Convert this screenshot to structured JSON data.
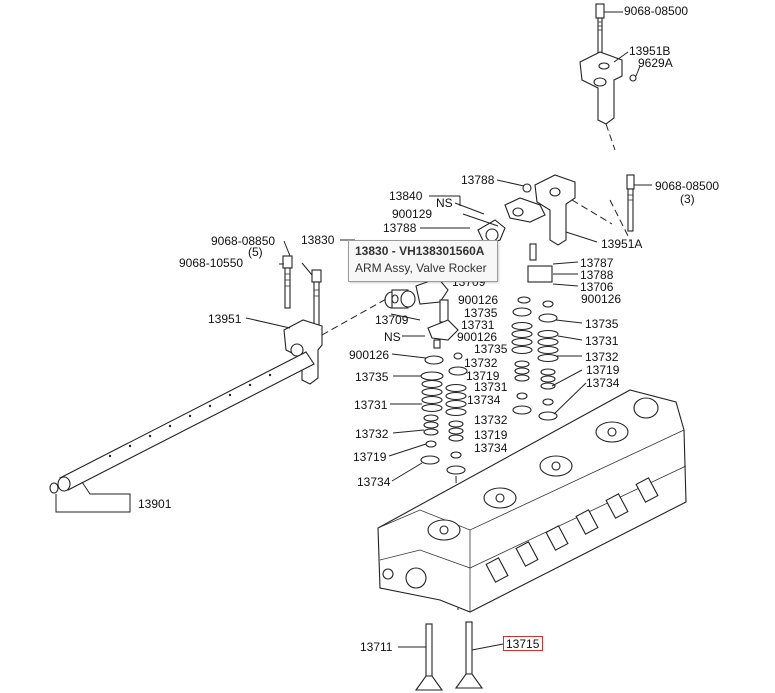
{
  "diagram": {
    "labels": [
      {
        "id": "l1",
        "text": "9068-08500"
      },
      {
        "id": "l2",
        "text": "13951B"
      },
      {
        "id": "l3",
        "text": "9629A"
      },
      {
        "id": "l4",
        "text": "13788"
      },
      {
        "id": "l5",
        "text": "9068-08500"
      },
      {
        "id": "l6",
        "text": "(3)"
      },
      {
        "id": "l7",
        "text": "13840"
      },
      {
        "id": "l8",
        "text": "NS"
      },
      {
        "id": "l9",
        "text": "900129"
      },
      {
        "id": "l10",
        "text": "13788"
      },
      {
        "id": "l11",
        "text": "13830"
      },
      {
        "id": "l12",
        "text": "9068-08850"
      },
      {
        "id": "l13",
        "text": "(5)"
      },
      {
        "id": "l14",
        "text": "9068-10550"
      },
      {
        "id": "l15",
        "text": "13951A"
      },
      {
        "id": "l16",
        "text": "13787"
      },
      {
        "id": "l17",
        "text": "13788"
      },
      {
        "id": "l18",
        "text": "13706"
      },
      {
        "id": "l19",
        "text": "13709"
      },
      {
        "id": "l20",
        "text": "900126"
      },
      {
        "id": "l21",
        "text": "900126"
      },
      {
        "id": "l22",
        "text": "13735"
      },
      {
        "id": "l23",
        "text": "13735"
      },
      {
        "id": "l24",
        "text": "13951"
      },
      {
        "id": "l25",
        "text": "13709"
      },
      {
        "id": "l26",
        "text": "13731"
      },
      {
        "id": "l27",
        "text": "NS"
      },
      {
        "id": "l28",
        "text": "900126"
      },
      {
        "id": "l29",
        "text": "13731"
      },
      {
        "id": "l30",
        "text": "900126"
      },
      {
        "id": "l31",
        "text": "13735"
      },
      {
        "id": "l32",
        "text": "13732"
      },
      {
        "id": "l33",
        "text": "13735"
      },
      {
        "id": "l34",
        "text": "13732"
      },
      {
        "id": "l35",
        "text": "13719"
      },
      {
        "id": "l36",
        "text": "13719"
      },
      {
        "id": "l37",
        "text": "13731"
      },
      {
        "id": "l38",
        "text": "13734"
      },
      {
        "id": "l39",
        "text": "13731"
      },
      {
        "id": "l40",
        "text": "13734"
      },
      {
        "id": "l41",
        "text": "13732"
      },
      {
        "id": "l42",
        "text": "13732"
      },
      {
        "id": "l43",
        "text": "13719"
      },
      {
        "id": "l44",
        "text": "13734"
      },
      {
        "id": "l45",
        "text": "13719"
      },
      {
        "id": "l46",
        "text": "13734"
      },
      {
        "id": "l47",
        "text": "13901"
      },
      {
        "id": "l48",
        "text": "13711"
      },
      {
        "id": "l49",
        "text": "13715"
      }
    ]
  },
  "tooltip": {
    "part_number": "13830",
    "separator": "-",
    "code": "VH138301560A",
    "description": "ARM Assy, Valve Rocker"
  },
  "highlight_color": "#d32f2f"
}
